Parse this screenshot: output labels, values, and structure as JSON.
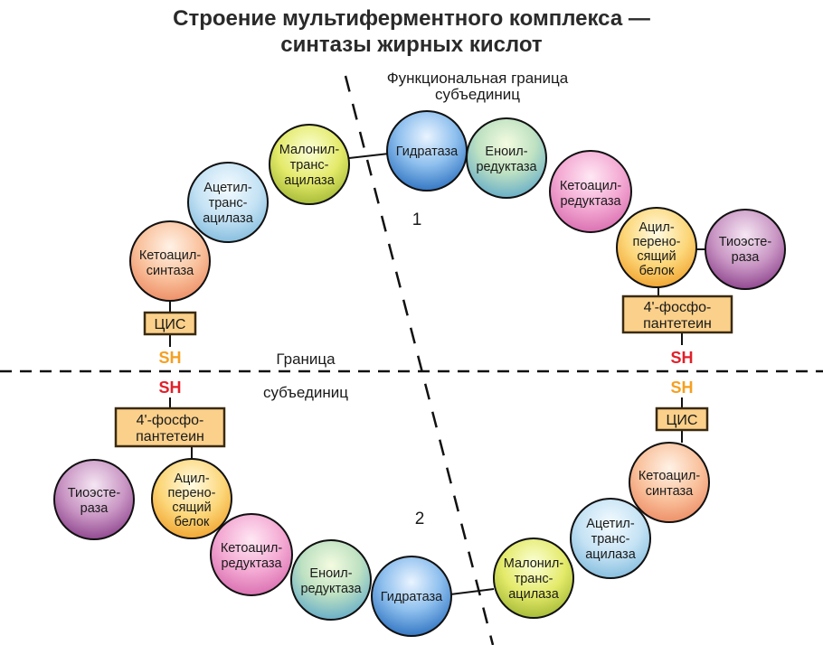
{
  "title": {
    "line1": "Строение мультиферментного комплекса —",
    "line2": "синтазы жирных кислот"
  },
  "functional_boundary": {
    "line1": "Функциональная граница",
    "line2": "субъединиц"
  },
  "subunit_boundary": {
    "line1": "Граница",
    "line2": "субъединиц"
  },
  "subunit_numbers": {
    "one": "1",
    "two": "2"
  },
  "enzymes": {
    "hydratase": [
      "Гидратаза"
    ],
    "enoyl_reductase": [
      "Еноил-",
      "редуктаза"
    ],
    "ketoacyl_reductase": [
      "Кетоацил-",
      "редуктаза"
    ],
    "acyl_carrier": [
      "Ацил-",
      "перено-",
      "сящий",
      "белок"
    ],
    "thioesterase": [
      "Тиоэсте-",
      "раза"
    ],
    "malonyl_transacylase": [
      "Малонил-",
      "транс-",
      "ацилаза"
    ],
    "acetyl_transacylase": [
      "Ацетил-",
      "транс-",
      "ацилаза"
    ],
    "ketoacyl_synthase": [
      "Кетоацил-",
      "синтаза"
    ]
  },
  "boxes": {
    "cys": "ЦИС",
    "phospho_line1": "4'-фосфо-",
    "phospho_line2": "пантетеин"
  },
  "sh_label": "SH",
  "colors": {
    "sh_orange": "#f5a020",
    "sh_red": "#e0202a",
    "box_fill": "#fbd08a",
    "box_stroke": "#3a2a10"
  }
}
